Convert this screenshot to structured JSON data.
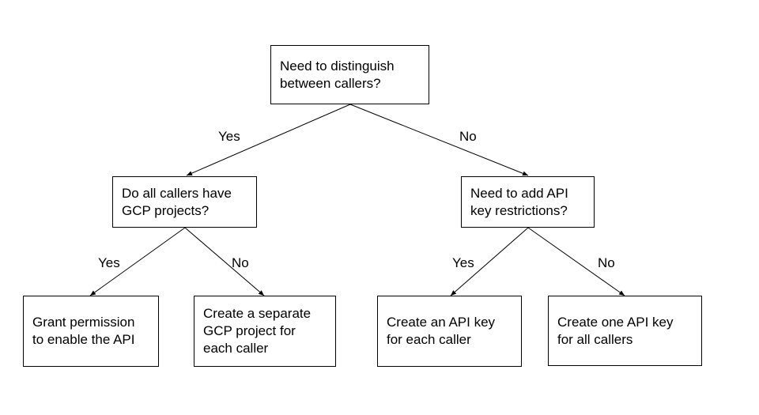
{
  "nodes": {
    "root": "Need to distinguish\nbetween callers?",
    "gcp_question": "Do all callers have\nGCP projects?",
    "restrictions_question": "Need to add API\nkey restrictions?",
    "grant_permission": "Grant permission\nto enable the API",
    "separate_project": "Create a separate\nGCP project for\neach caller",
    "key_per_caller": "Create an API key\nfor each caller",
    "one_key": "Create one API key\nfor all callers"
  },
  "edges": {
    "root_yes": "Yes",
    "root_no": "No",
    "gcp_yes": "Yes",
    "gcp_no": "No",
    "restrictions_yes": "Yes",
    "restrictions_no": "No"
  }
}
